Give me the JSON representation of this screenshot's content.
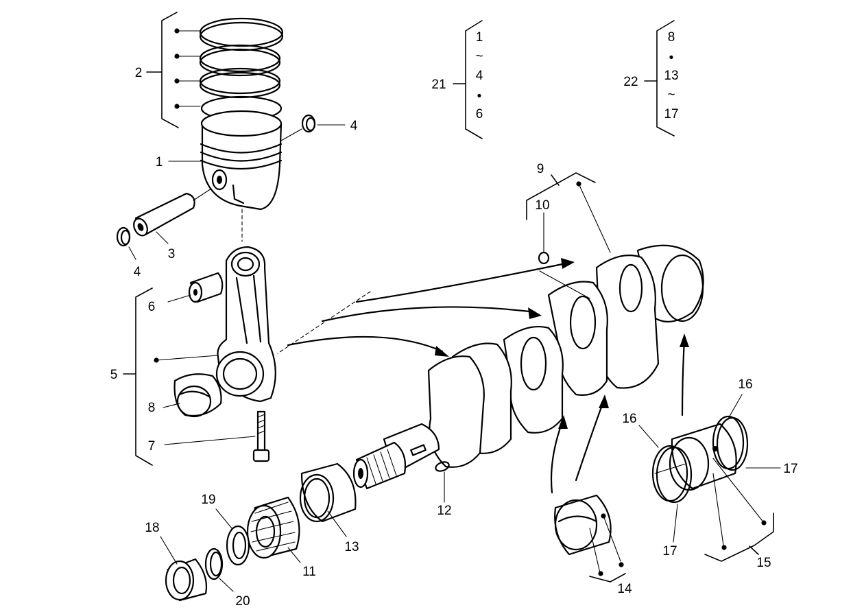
{
  "callouts": [
    {
      "id": "c1",
      "text": "1"
    },
    {
      "id": "c2",
      "text": "2"
    },
    {
      "id": "c3",
      "text": "3"
    },
    {
      "id": "c4a",
      "text": "4"
    },
    {
      "id": "c4b",
      "text": "4"
    },
    {
      "id": "c5",
      "text": "5"
    },
    {
      "id": "c6",
      "text": "6"
    },
    {
      "id": "c7",
      "text": "7"
    },
    {
      "id": "c8",
      "text": "8"
    },
    {
      "id": "c9",
      "text": "9"
    },
    {
      "id": "c10",
      "text": "10"
    },
    {
      "id": "c11",
      "text": "11"
    },
    {
      "id": "c12",
      "text": "12"
    },
    {
      "id": "c13",
      "text": "13"
    },
    {
      "id": "c14",
      "text": "14"
    },
    {
      "id": "c15",
      "text": "15"
    },
    {
      "id": "c16a",
      "text": "16"
    },
    {
      "id": "c16b",
      "text": "16"
    },
    {
      "id": "c17a",
      "text": "17"
    },
    {
      "id": "c17b",
      "text": "17"
    },
    {
      "id": "c18",
      "text": "18"
    },
    {
      "id": "c19",
      "text": "19"
    },
    {
      "id": "c20",
      "text": "20"
    },
    {
      "id": "c21",
      "text": "21"
    },
    {
      "id": "c22",
      "text": "22"
    }
  ],
  "kits": [
    {
      "label": "21",
      "items": [
        "1",
        "~",
        "4",
        "•",
        "6"
      ]
    },
    {
      "label": "22",
      "items": [
        "8",
        "•",
        "13",
        "~",
        "17"
      ]
    }
  ]
}
